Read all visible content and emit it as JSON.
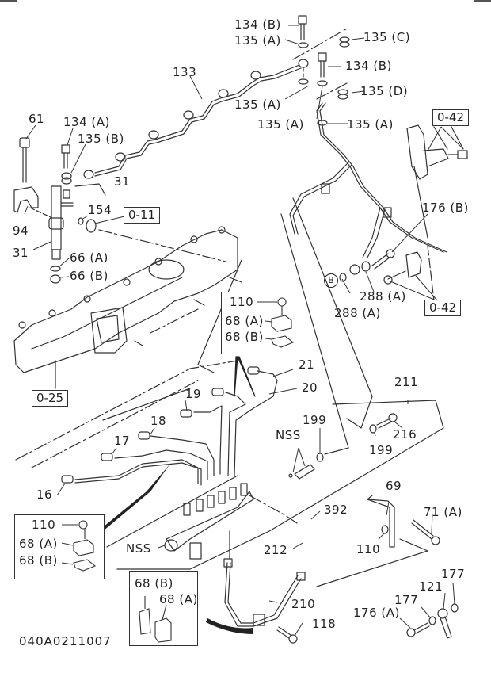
{
  "drawing": {
    "number": "040A0211007",
    "type": "Exploded parts diagram - fuel injection pipes, common rail and leak-off pipe"
  },
  "callouts": {
    "c134b_top": "134 (B)",
    "c135a_top": "135 (A)",
    "c135c": "135 (C)",
    "c134b_mid": "134 (B)",
    "c133": "133",
    "c135a_left": "135 (A)",
    "c135d": "135 (D)",
    "c135a_mid": "135 (A)",
    "c135a_right": "135 (A)",
    "c61": "61",
    "c134a": "134 (A)",
    "c135b": "135 (B)",
    "c31_top": "31",
    "c154": "154",
    "c94": "94",
    "c31_bottom": "31",
    "c66a": "66 (A)",
    "c66b": "66 (B)",
    "c176b": "176 (B)",
    "c288a_1": "288 (A)",
    "c288a_2": "288 (A)",
    "c110_a": "110",
    "c68a_a": "68 (A)",
    "c68b_a": "68 (B)",
    "c21": "21",
    "c20": "20",
    "c19": "19",
    "c18": "18",
    "c17": "17",
    "c16": "16",
    "c211": "211",
    "c199_a": "199",
    "c199_b": "199",
    "c216": "216",
    "cnss_a": "NSS",
    "c110_b": "110",
    "c68a_b": "68 (A)",
    "c68b_b": "68 (B)",
    "c392": "392",
    "c212": "212",
    "cnss_b": "NSS",
    "c69": "69",
    "c71a": "71 (A)",
    "c110_c": "110",
    "c68b_c": "68 (B)",
    "c68a_c": "68 (A)",
    "c210": "210",
    "c118": "118",
    "c177_a": "177",
    "c121": "121",
    "c177_b": "177",
    "c176a": "176 (A)"
  },
  "references": {
    "r_0_42_top": "0-42",
    "r_0_42_bottom": "0-42",
    "r_0_11": "0-11",
    "r_0_25": "0-25",
    "connector_b": "B"
  }
}
